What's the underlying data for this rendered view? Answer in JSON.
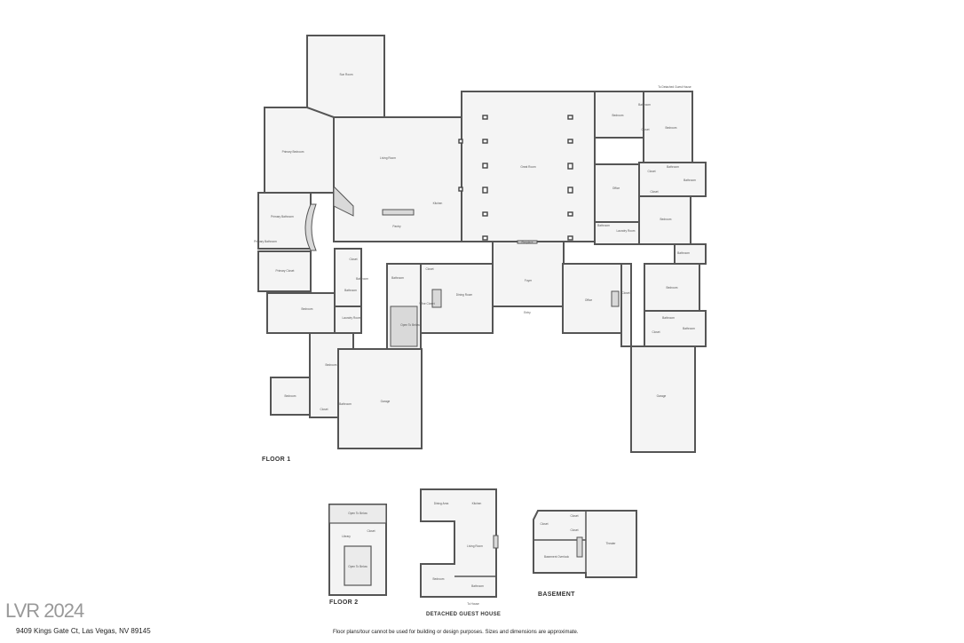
{
  "floors": {
    "floor1_title": "FLOOR 1",
    "floor2_title": "FLOOR 2",
    "guest_house_title": "DETACHED GUEST HOUSE",
    "basement_title": "BASEMENT"
  },
  "rooms_floor1": {
    "sun_room": "Sun Room",
    "primary_bedroom": "Primary Bedroom",
    "living_room": "Living Room",
    "kitchen": "Kitchen",
    "pantry": "Pantry",
    "great_room": "Great Room",
    "fireplace": "Fireplace",
    "foyer": "Foyer",
    "entry": "Entry",
    "primary_bathroom": "Primary Bathroom",
    "primary_bathroom_2": "Primary Bathroom",
    "primary_closet": "Primary Closet",
    "closet_a": "Closet",
    "bathroom_a": "Bathroom",
    "bathroom_b": "Bathroom",
    "bedroom_a": "Bedroom",
    "laundry_room_a": "Laundry Room",
    "bathroom_c": "Bathroom",
    "open_to_below": "Open To Below",
    "wine_closet": "Wine Closet",
    "closet_b": "Closet",
    "dining_room": "Dining Room",
    "bedroom_b": "Bedroom",
    "bedroom_c": "Bedroom",
    "closet_c": "Closet",
    "bathroom_d": "Bathroom",
    "garage_a": "Garage",
    "bedroom_d": "Bedroom",
    "bathroom_e": "Bathroom",
    "closet_d": "Closet",
    "bedroom_e": "Bedroom",
    "to_guest_house": "To Detached Guest House",
    "office_a": "Office",
    "closet_e": "Closet",
    "bathroom_f": "Bathroom",
    "bathroom_g": "Bathroom",
    "closet_f": "Closet",
    "bedroom_f": "Bedroom",
    "bathroom_h": "Bathroom",
    "laundry_room_b": "Laundry Room",
    "bathroom_i": "Bathroom",
    "office_b": "Office",
    "closet_g": "Closet",
    "bedroom_g": "Bedroom",
    "bathroom_j": "Bathroom",
    "closet_h": "Closet",
    "bathroom_k": "Bathroom",
    "garage_b": "Garage"
  },
  "rooms_floor2": {
    "open_top": "Open To Below",
    "library": "Library",
    "open_center": "Open To Below",
    "closet": "Closet"
  },
  "rooms_guest_house": {
    "dining_area": "Dining Area",
    "kitchen": "Kitchen",
    "living_room": "Living Room",
    "bedroom": "Bedroom",
    "bathroom": "Bathroom",
    "to_house": "To House"
  },
  "rooms_basement": {
    "closet_a": "Closet",
    "closet_b": "Closet",
    "closet_c": "Closet",
    "theater": "Theater",
    "basement_overlook": "Basement Overlook"
  },
  "footer": {
    "address": "9409 Kings Gate Ct, Las Vegas, NV 89145",
    "disclaimer": "Floor plans/tour cannot be used for building or design purposes. Sizes and dimensions are approximate.",
    "watermark": "LVR 2024"
  }
}
